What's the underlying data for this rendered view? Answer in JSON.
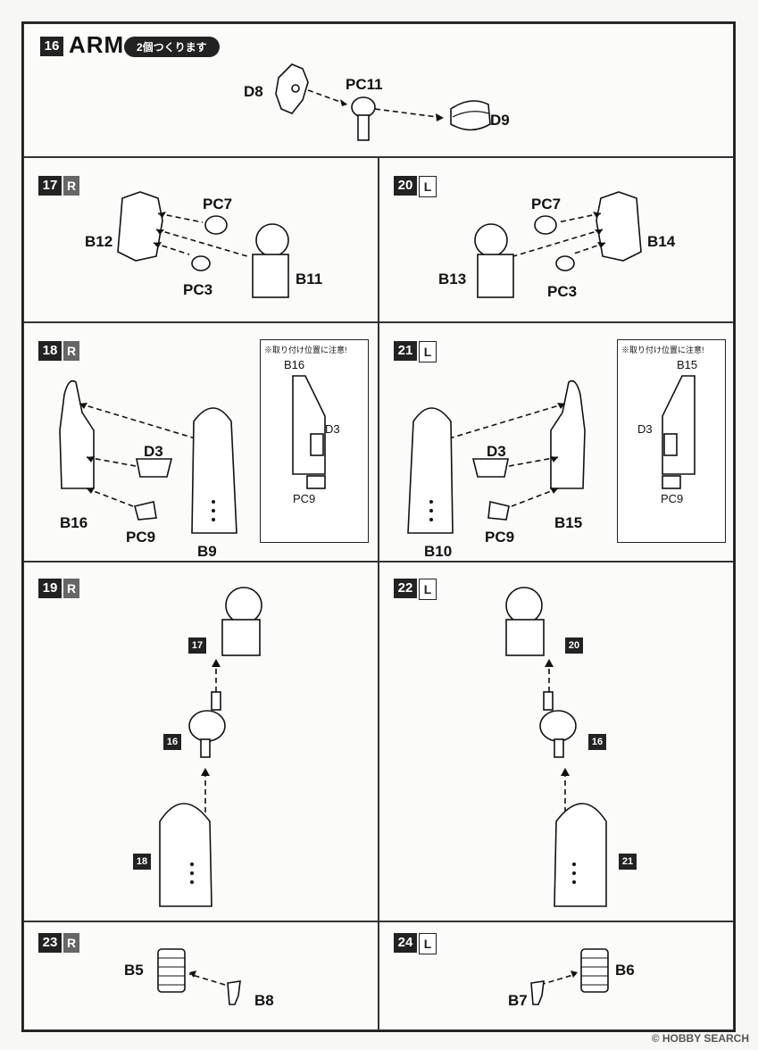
{
  "step16": {
    "num": "16",
    "title": "ARM",
    "pill": "2個つくります",
    "labels": {
      "d8": "D8",
      "pc11": "PC11",
      "d9": "D9"
    }
  },
  "step17": {
    "num": "17",
    "side": "R",
    "labels": {
      "b12": "B12",
      "pc7": "PC7",
      "pc3": "PC3",
      "b11": "B11"
    }
  },
  "step20": {
    "num": "20",
    "side": "L",
    "labels": {
      "pc7": "PC7",
      "b14": "B14",
      "b13": "B13",
      "pc3": "PC3"
    }
  },
  "step18": {
    "num": "18",
    "side": "R",
    "labels": {
      "d3": "D3",
      "b16": "B16",
      "pc9": "PC9",
      "b9": "B9"
    },
    "inset": {
      "note": "※取り付け位置に注意!",
      "b16": "B16",
      "d3": "D3",
      "pc9": "PC9"
    }
  },
  "step21": {
    "num": "21",
    "side": "L",
    "labels": {
      "d3": "D3",
      "pc9": "PC9",
      "b15": "B15",
      "b10": "B10"
    },
    "inset": {
      "note": "※取り付け位置に注意!",
      "b15": "B15",
      "d3": "D3",
      "pc9": "PC9"
    }
  },
  "step19": {
    "num": "19",
    "side": "R",
    "tags": {
      "t17": "17",
      "t16": "16",
      "t18": "18"
    }
  },
  "step22": {
    "num": "22",
    "side": "L",
    "tags": {
      "t20": "20",
      "t16": "16",
      "t21": "21"
    }
  },
  "step23": {
    "num": "23",
    "side": "R",
    "labels": {
      "b5": "B5",
      "b8": "B8"
    }
  },
  "step24": {
    "num": "24",
    "side": "L",
    "labels": {
      "b7": "B7",
      "b6": "B6"
    }
  },
  "watermark": "© HOBBY SEARCH",
  "icons": {
    "arrow": "dashed-arrow-icon"
  }
}
